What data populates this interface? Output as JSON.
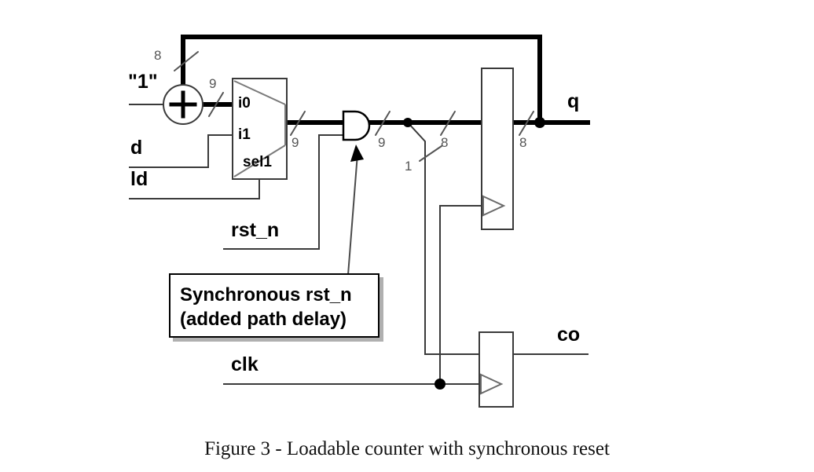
{
  "figure": {
    "caption": "Figure 3 - Loadable counter with synchronous reset"
  },
  "colors": {
    "wire": "#3a3a3a",
    "bus": "#000000",
    "text": "#000000",
    "width_label": "#555555",
    "shadow": "#b0b0b0",
    "background": "#ffffff"
  },
  "signals": {
    "constant_one": "\"1\"",
    "data_in": "d",
    "load": "ld",
    "reset_n": "rst_n",
    "clock": "clk",
    "count_out": "q",
    "carry_out": "co"
  },
  "blocks": {
    "adder": {
      "symbol": "+",
      "name": "adder"
    },
    "mux": {
      "name": "mux2to1",
      "input_0": "i0",
      "input_1": "i1",
      "select": "sel1"
    },
    "and_gate": {
      "name": "and2"
    },
    "register_q": {
      "name": "register-q"
    },
    "register_co": {
      "name": "register-co"
    }
  },
  "bus_widths": {
    "feedback": "8",
    "adder_out": "9",
    "mux_out": "9",
    "and_out": "9",
    "carry_bit": "1",
    "reg_in": "8",
    "reg_out": "8"
  },
  "annotation": {
    "line1": "Synchronous rst_n",
    "line2": "(added path delay)"
  }
}
